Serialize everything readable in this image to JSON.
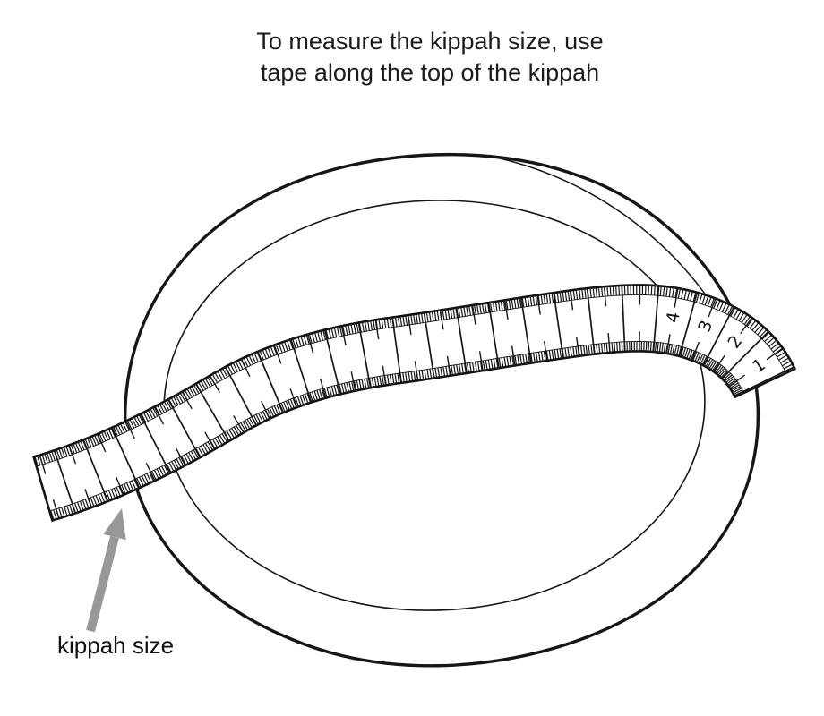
{
  "title": {
    "line1": "To measure the kippah size, use",
    "line2": "tape along the top of the kippah"
  },
  "labels": {
    "kippah_size": "kippah size"
  },
  "tape": {
    "numbers": [
      "1",
      "2",
      "3",
      "4"
    ]
  },
  "colors": {
    "ink": "#161616",
    "arrow": "#98989a",
    "background": "#ffffff"
  }
}
